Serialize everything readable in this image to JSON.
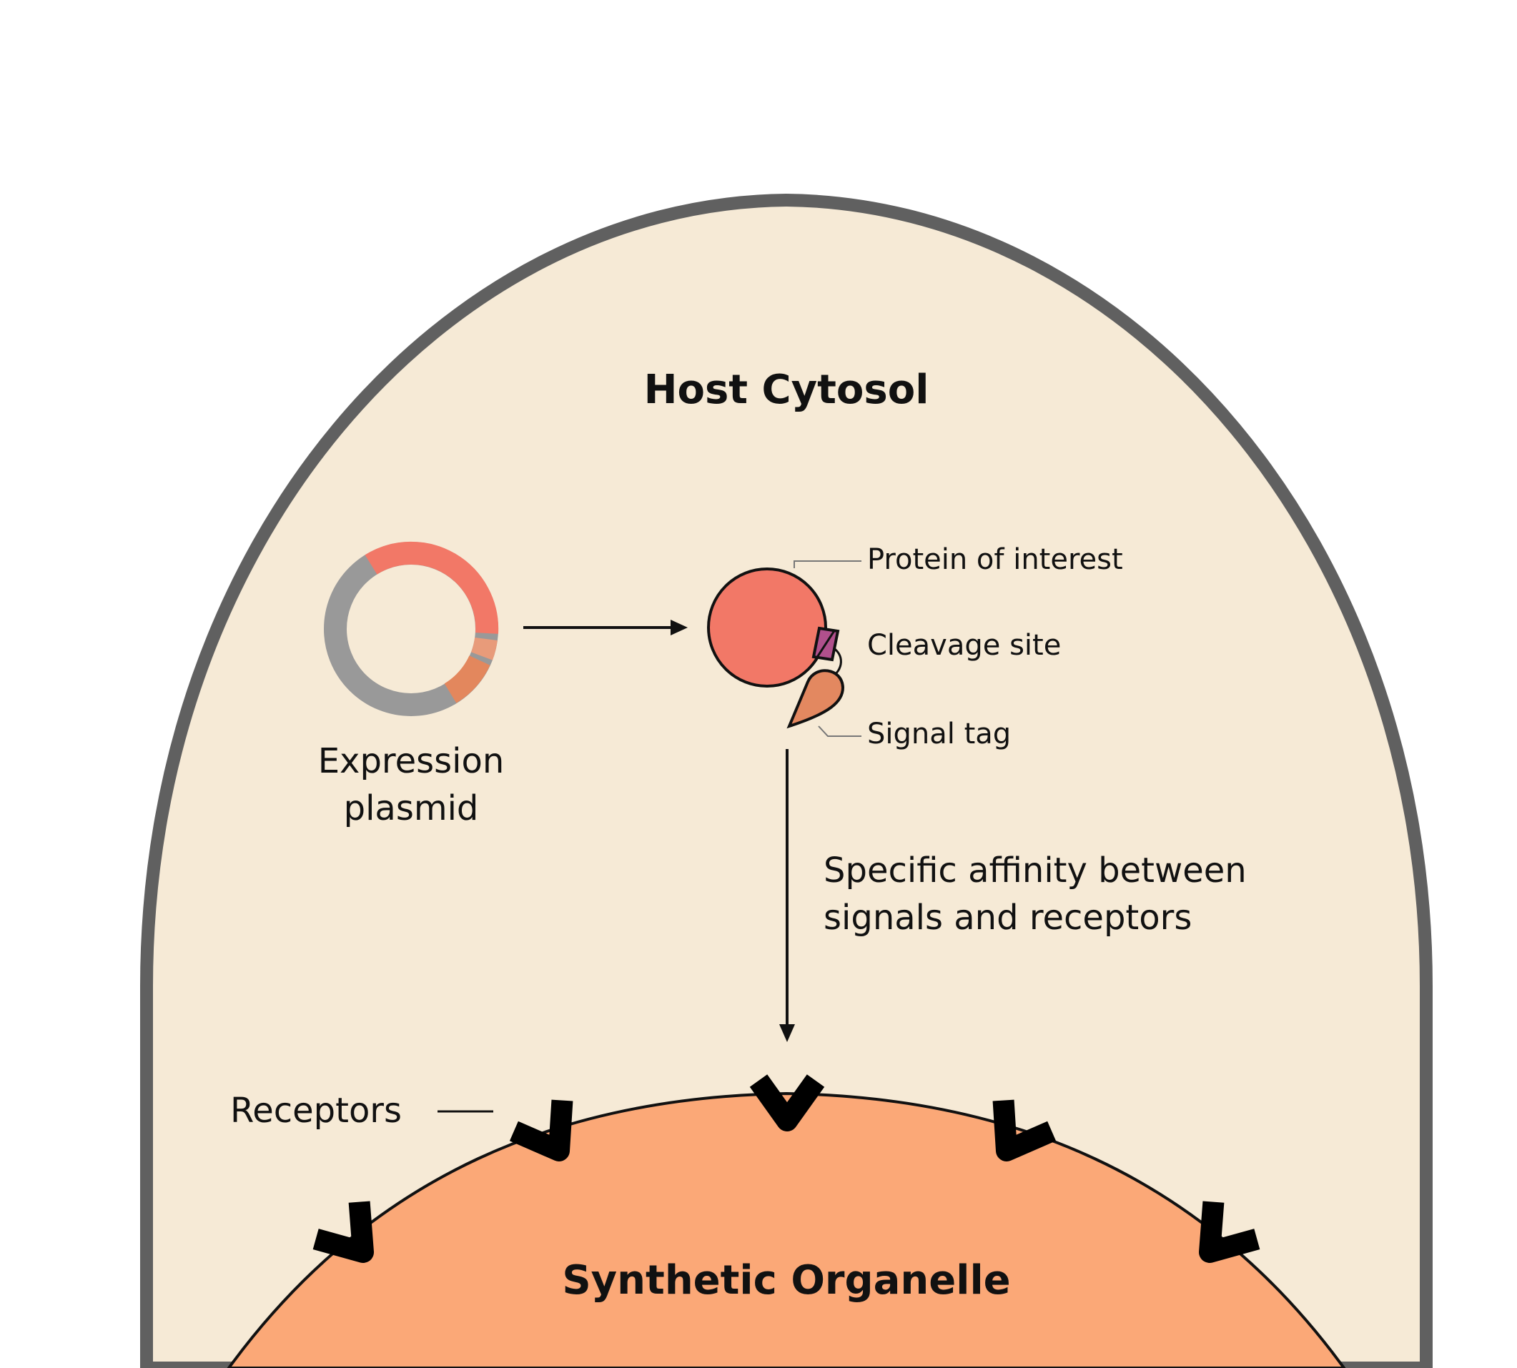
{
  "diagram": {
    "host_label": "Host Cytosol",
    "organelle_label": "Synthetic Organelle",
    "plasmid": {
      "label_line1": "Expression",
      "label_line2": "plasmid"
    },
    "protein_parts": {
      "protein_label": "Protein of interest",
      "cleavage_label": "Cleavage site",
      "signal_label": "Signal tag"
    },
    "affinity_line1": "Specific affinity between",
    "affinity_line2": "signals and receptors",
    "receptors_label": "Receptors",
    "colors": {
      "cytosol_fill": "#f6ead6",
      "cell_wall": "#606060",
      "organelle_fill": "#fba877",
      "protein_fill": "#f27867",
      "cleavage_fill": "#b0508c",
      "signal_fill": "#e38860",
      "plasmid_gray": "#999999",
      "plasmid_segment_1": "#f27867",
      "plasmid_segment_2": "#e89b7a",
      "plasmid_segment_3": "#e3875d",
      "receptor": "#000000"
    }
  }
}
